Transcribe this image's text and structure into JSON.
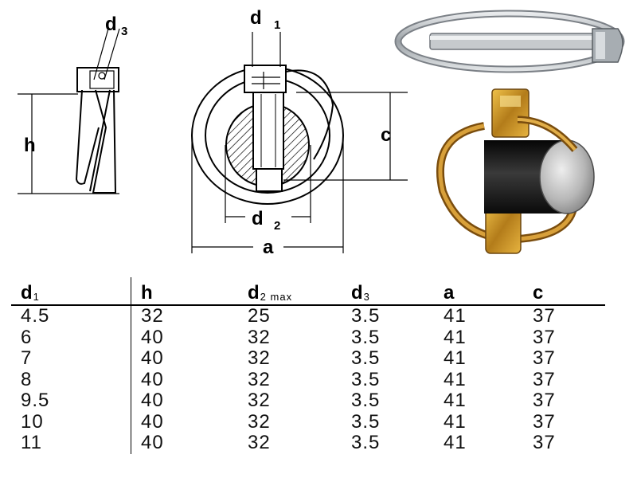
{
  "labels": {
    "d1_main": "d",
    "d1_sub": "1",
    "d2_main": "d",
    "d2_sub": "2",
    "d3_main": "d",
    "d3_sub": "3",
    "h": "h",
    "a": "a",
    "c": "c"
  },
  "table": {
    "headers": [
      {
        "main": "d",
        "sub": "1"
      },
      {
        "main": "h",
        "sub": ""
      },
      {
        "main": "d",
        "sub": "2 max"
      },
      {
        "main": "d",
        "sub": "3"
      },
      {
        "main": "a",
        "sub": ""
      },
      {
        "main": "c",
        "sub": ""
      }
    ],
    "rows": [
      [
        "4.5",
        "32",
        "25",
        "3.5",
        "41",
        "37"
      ],
      [
        "6",
        "40",
        "32",
        "3.5",
        "41",
        "37"
      ],
      [
        "7",
        "40",
        "32",
        "3.5",
        "41",
        "37"
      ],
      [
        "8",
        "40",
        "32",
        "3.5",
        "41",
        "37"
      ],
      [
        "9.5",
        "40",
        "32",
        "3.5",
        "41",
        "37"
      ],
      [
        "10",
        "40",
        "32",
        "3.5",
        "41",
        "37"
      ],
      [
        "11",
        "40",
        "32",
        "3.5",
        "41",
        "37"
      ]
    ]
  },
  "colors": {
    "ink": "#000000",
    "steel": "#b8bcc0",
    "brass": "#c8962e",
    "pin_dark": "#1c1c1c"
  }
}
